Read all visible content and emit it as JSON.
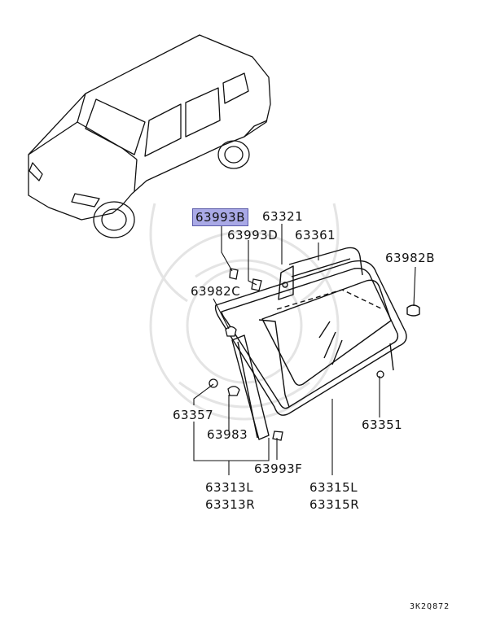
{
  "diagram": {
    "highlighted_part": "63993B",
    "labels": {
      "p63993B": "63993B",
      "p63321": "63321",
      "p63993D": "63993D",
      "p63361": "63361",
      "p63982B": "63982B",
      "p63982C": "63982C",
      "p63357": "63357",
      "p63983": "63983",
      "p63993F": "63993F",
      "p63351": "63351",
      "p63313L": "63313L",
      "p63313R": "63313R",
      "p63315L": "63315L",
      "p63315R": "63315R"
    },
    "drawing_code": "3K2Q872"
  }
}
